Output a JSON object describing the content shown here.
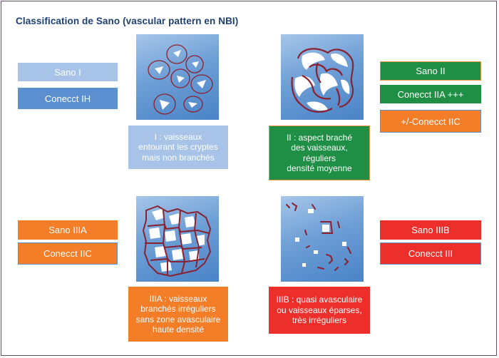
{
  "title": "Classification de Sano (vascular pattern en NBI)",
  "colors": {
    "light_blue": "#a7c3e7",
    "blue": "#5b8fd0",
    "green": "#1f8f45",
    "orange": "#f47d28",
    "red": "#ed2f2b",
    "title": "#1f3f73",
    "vessel": "#8a2130"
  },
  "quadrants": {
    "sano1": {
      "labels": [
        "Sano I",
        "Conecct IH"
      ],
      "description": "I : vaisseaux\nentourant les cryptes\nmais non branchés"
    },
    "sano2": {
      "labels": [
        "Sano II",
        "Conecct IIA +++",
        "+/-Conecct IIC"
      ],
      "description": "II : aspect braché\ndes vaisseaux,\nréguliers\ndensité moyenne"
    },
    "sano3a": {
      "labels": [
        "Sano IIIA",
        "Conecct IIC"
      ],
      "description": "IIIA : vaisseaux\nbranchés irréguliers\nsans zone avasculaire\nhaute densité"
    },
    "sano3b": {
      "labels": [
        "Sano IIIB",
        "Conecct III"
      ],
      "description": "IIIB : quasi avasculaire\nou vaisseaux éparses,\ntrès irréguliers"
    }
  }
}
